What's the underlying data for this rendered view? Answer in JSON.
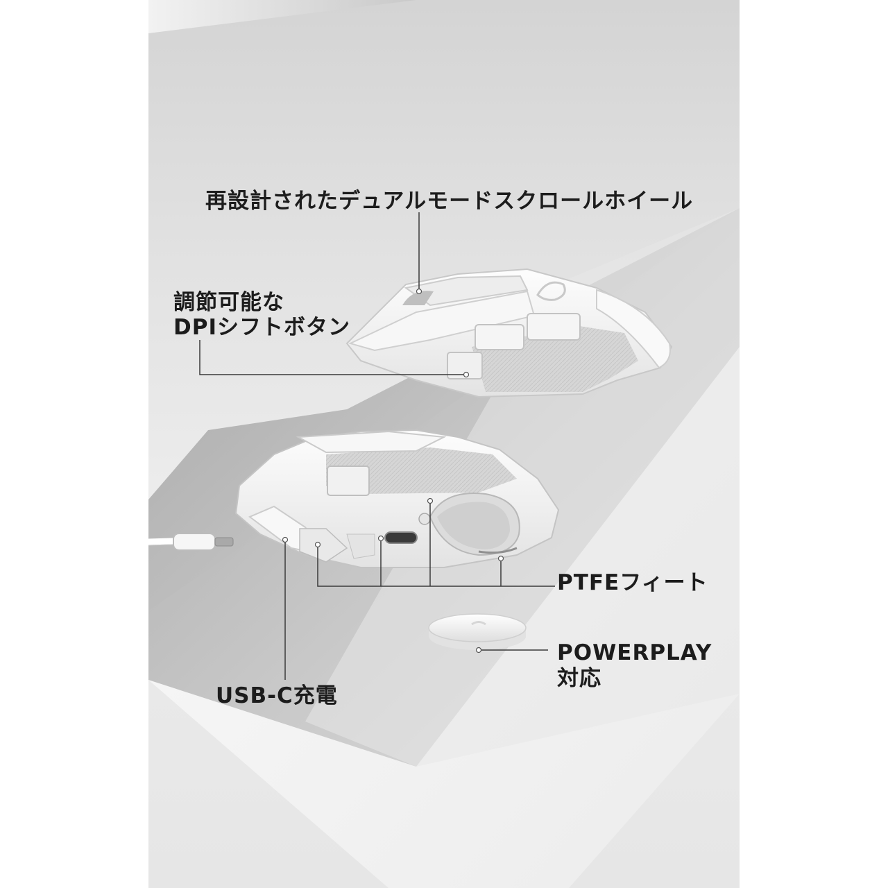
{
  "labels": {
    "scroll_wheel": "再設計されたデュアルモードスクロールホイール",
    "dpi_line1": "調節可能な",
    "dpi_line2": "DPIシフトボタン",
    "ptfe_feet": "PTFEフィート",
    "powerplay_line1": "POWERPLAY",
    "powerplay_line2": "対応",
    "usb_c": "USB-C充電"
  },
  "colors": {
    "text": "#1c1c1c",
    "leader_line": "#3a3a3a",
    "mouse_body": "#f4f4f4",
    "grip_texture": "#d2d2d2"
  }
}
